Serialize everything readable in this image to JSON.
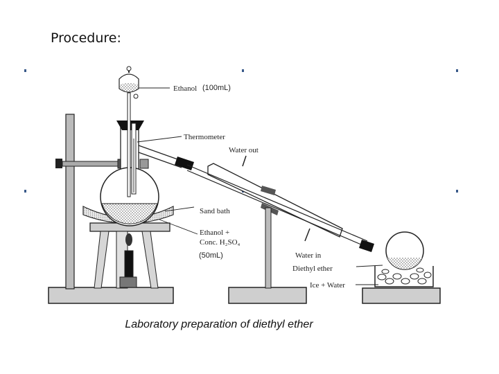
{
  "slide": {
    "heading": "Procedure:",
    "caption": "Laboratory preparation of diethyl ether"
  },
  "diagram": {
    "labels": {
      "ethanol_top": "Ethanol",
      "ethanol_top_volume": "(100mL)",
      "thermometer": "Thermometer",
      "water_out": "Water out",
      "sand_bath": "Sand bath",
      "mixture_line1": "Ethanol +",
      "mixture_line2": "Conc. H₂SO₄",
      "mixture_volume": "(50mL)",
      "water_in": "Water in",
      "diethyl_ether": "Diethyl ether",
      "ice_water": "Ice + Water"
    }
  }
}
